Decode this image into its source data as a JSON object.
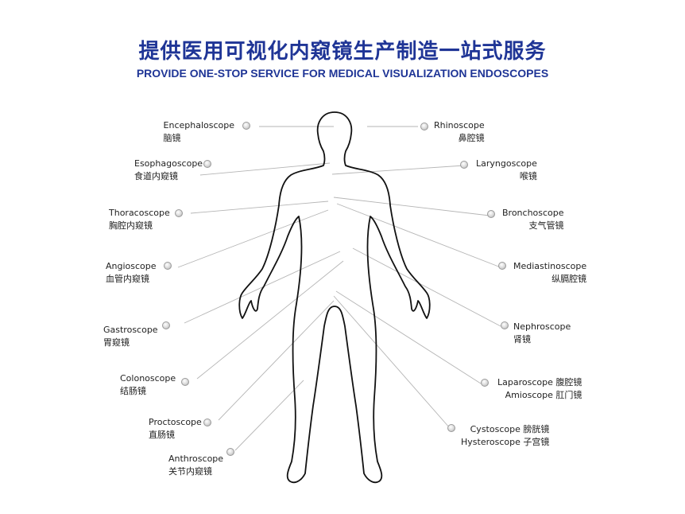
{
  "title_cn": "提供医用可视化内窥镜生产制造一站式服务",
  "title_en": "PROVIDE ONE-STOP SERVICE FOR MEDICAL VISUALIZATION ENDOSCOPES",
  "left": [
    {
      "en": "Encephaloscope",
      "cn": "脑镜"
    },
    {
      "en": "Esophagoscope",
      "cn": "食道内窥镜"
    },
    {
      "en": "Thoracoscope",
      "cn": "胸腔内窥镜"
    },
    {
      "en": "Angioscope",
      "cn": "血管内窥镜"
    },
    {
      "en": "Gastroscope",
      "cn": "胃窥镜"
    },
    {
      "en": "Colonoscope",
      "cn": "结肠镜"
    },
    {
      "en": "Proctoscope",
      "cn": "直肠镜"
    },
    {
      "en": "Anthroscope",
      "cn": "关节内窥镜"
    }
  ],
  "right": [
    {
      "l1": "Rhinoscope",
      "l2": "鼻腔镜"
    },
    {
      "l1": "Laryngoscope",
      "l2": "喉镜"
    },
    {
      "l1": "Bronchoscope",
      "l2": "支气管镜"
    },
    {
      "l1": "Mediastinoscope",
      "l2": "纵膈腔镜"
    },
    {
      "l1": "Nephroscope",
      "l2": "肾镜"
    },
    {
      "l1": "Laparoscope 腹腔镜",
      "l2": "Amioscope  肛门镜"
    },
    {
      "l1": "Cystoscope 膀胱镜",
      "l2": "Hysteroscope 子宫镜"
    }
  ]
}
